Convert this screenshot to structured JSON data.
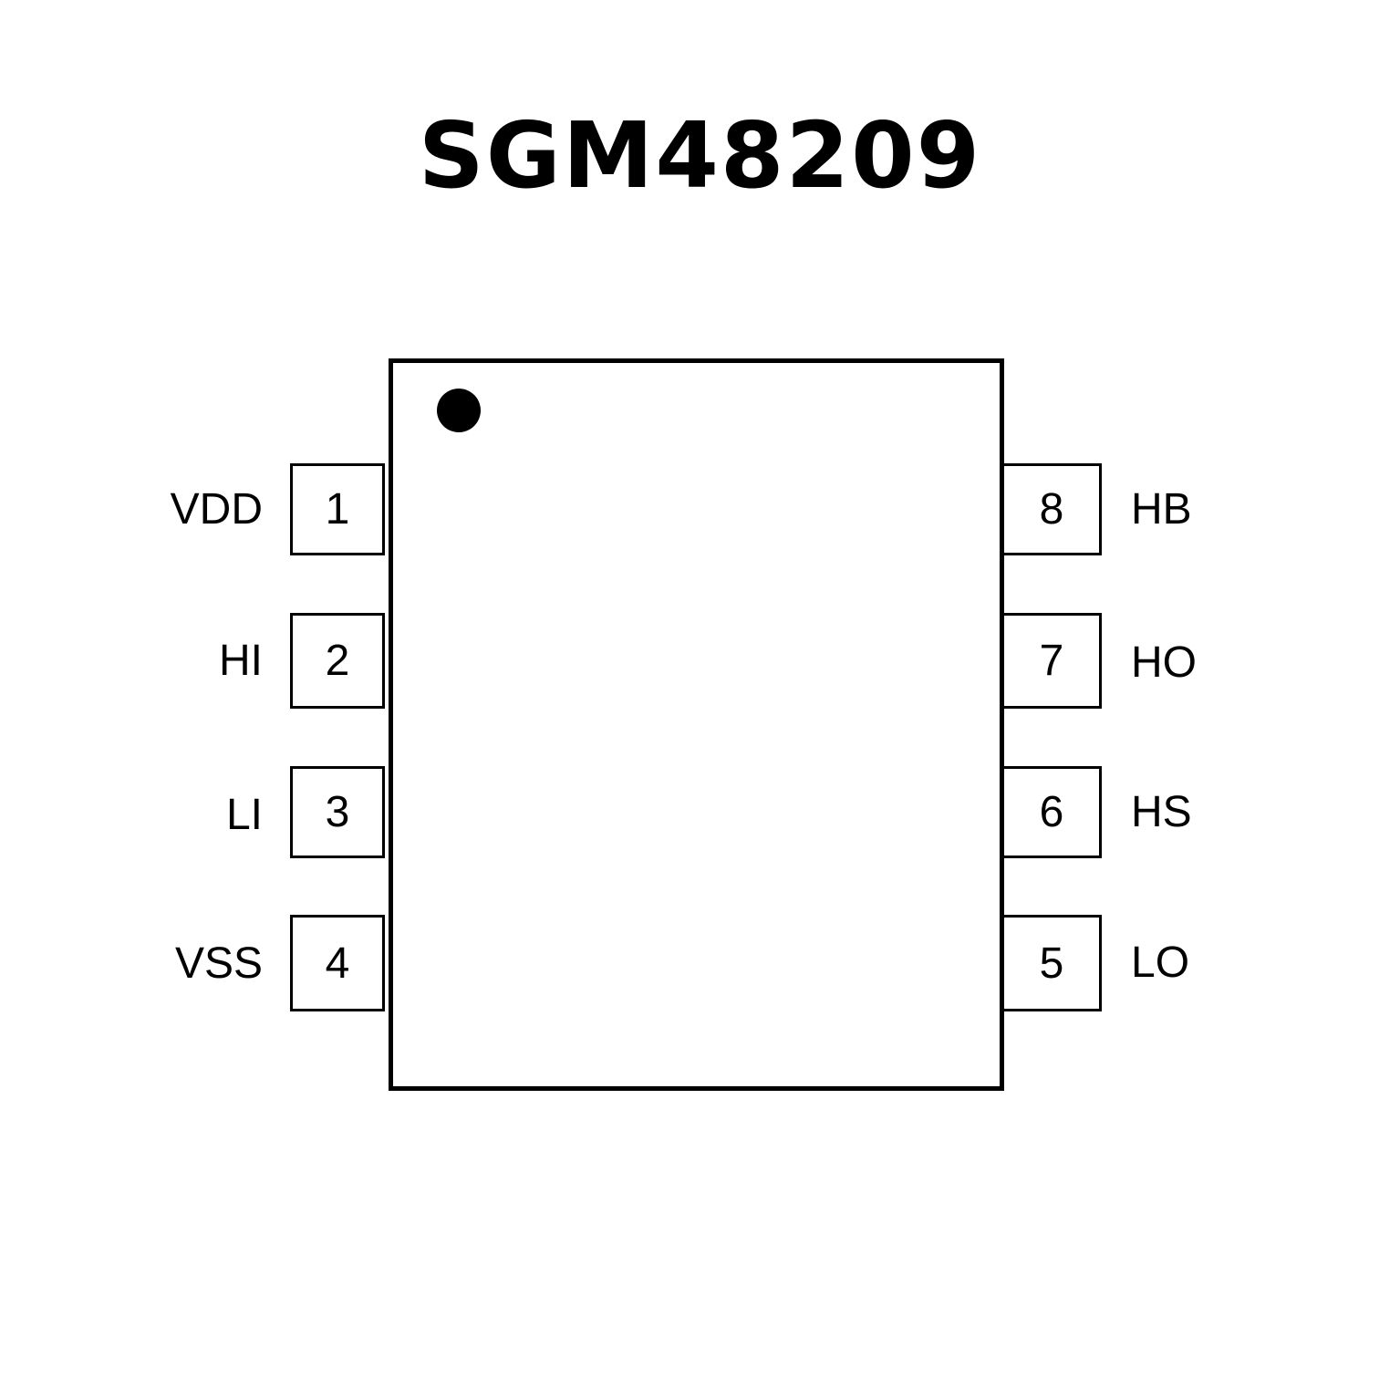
{
  "title": "SGM48209",
  "left_pins": [
    {
      "num": "1",
      "name": "VDD"
    },
    {
      "num": "2",
      "name": "HI"
    },
    {
      "num": "3",
      "name": "LI"
    },
    {
      "num": "4",
      "name": "VSS"
    }
  ],
  "right_pins": [
    {
      "num": "8",
      "name": "HB"
    },
    {
      "num": "7",
      "name": "HO"
    },
    {
      "num": "6",
      "name": "HS"
    },
    {
      "num": "5",
      "name": "LO"
    }
  ]
}
